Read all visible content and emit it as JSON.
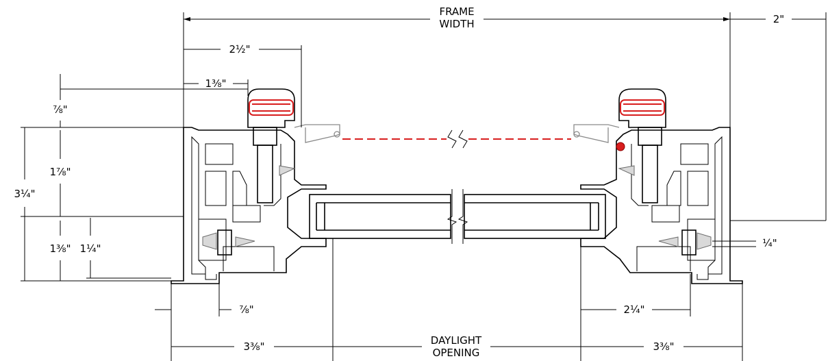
{
  "labels": {
    "frame_width_1": "FRAME",
    "frame_width_2": "WIDTH",
    "daylight_1": "DAYLIGHT",
    "daylight_2": "OPENING",
    "dim_2in": "2\"",
    "dim_2_1_2": "2½\"",
    "dim_1_3_8_top": "1⅜\"",
    "dim_7_8_top": "⅞\"",
    "dim_1_7_8": "1⅞\"",
    "dim_3_1_4": "3¼\"",
    "dim_1_3_8_left": "1⅜\"",
    "dim_1_1_4": "1¼\"",
    "dim_7_8_bottom": "⅞\"",
    "dim_2_1_4": "2¼\"",
    "dim_1_4": "¼\"",
    "dim_3_3_8_left": "3⅜\"",
    "dim_3_3_8_right": "3⅜\""
  },
  "colors": {
    "line": "#000000",
    "hidden_line": "#d81e1e",
    "gasket": "#8a8a8a"
  }
}
